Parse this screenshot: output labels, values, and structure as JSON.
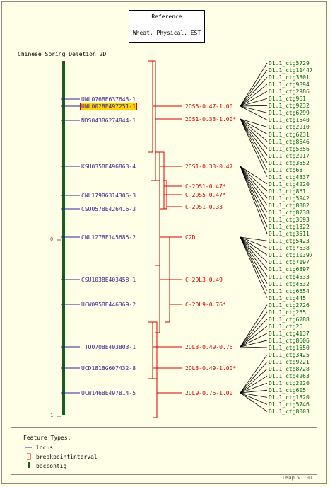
{
  "reference": {
    "line1": "Reference",
    "line2": "Wheat, Physical, EST"
  },
  "map_title": "Chinese_Spring_Deletion_2D",
  "scale": {
    "start": "0",
    "end": "1"
  },
  "markers": [
    "UNL076BE637643-1",
    "UNL002BE497251-1",
    "NDS043BG274844-1",
    "KSU035BE496863-4",
    "CNL179BG314305-3",
    "CSU057BE426416-3",
    "CNL127BF145685-2",
    "CSU103BE403458-1",
    "UCW095BE446369-2",
    "TTU070BE403803-1",
    "UCD181BG607432-8",
    "UCW146BE497814-5"
  ],
  "intervals": [
    "2DS5-0.47-1.00",
    "2DS1-0.33-1.00*",
    "2DS1-0.33-0.47",
    "C-2DS1-0.47*",
    "C-2DS5-0.47*",
    "C-2DS1-0.33",
    "C2D",
    "C-2DL3-0.49",
    "C-2DL9-0.76*",
    "2DL3-0.49-0.76",
    "2DL3-0.49-1.00*",
    "2DL9-0.76-1.00"
  ],
  "contigs": [
    "D1.1_ctg5729",
    "D1.1_ctg11447",
    "D1.1_ctg3301",
    "D1.1_ctg9894",
    "D1.1_ctg2986",
    "D1.1_ctg961",
    "D1.1_ctg9232",
    "D1.1_ctg6299",
    "D1.1_ctg1540",
    "D1.1_ctg2910",
    "D1.1_ctg6231",
    "D1.1_ctg8646",
    "D1.1_ctg5856",
    "D1.1_ctg2917",
    "D1.1_ctg3552",
    "D1.1_ctg68",
    "D1.1_ctg4337",
    "D1.1_ctg4220",
    "D1.1_ctg861",
    "D1.1_ctg5942",
    "D1.1_ctg8382",
    "D1.1_ctg8238",
    "D1.1_ctg3693",
    "D1.1_ctg1322",
    "D1.1_ctg3511",
    "D1.1_ctg5423",
    "D1.1_ctg7638",
    "D1.1_ctg10397",
    "D1.1_ctg7197",
    "D1.1_ctg6897",
    "D1.1_ctg4533",
    "D1.1_ctg4532",
    "D1.1_ctg6554",
    "D1.1_ctg445",
    "D1.1_ctg2726",
    "D1.1_ctg265",
    "D1.1_ctg6288",
    "D1.1_ctg26",
    "D1.1_ctg4137",
    "D1.1_ctg8606",
    "D1.1_ctg1550",
    "D1.1_ctg3425",
    "D1.1_ctg9221",
    "D1.1_ctg8728",
    "D1.1_ctg4263",
    "D1.1_ctg2220",
    "D1.1_ctg605",
    "D1.1_ctg1820",
    "D1.1_ctg5746",
    "D1.1_ctg8003"
  ],
  "legend": {
    "title": "Feature Types:",
    "items": [
      "locus",
      "breakpointinterval",
      "baccontig"
    ]
  },
  "footer": "CMap v1.01",
  "colors": {
    "marker": "#3a1e8f",
    "interval": "#d20000",
    "contig": "#006400",
    "highlight": "#ffd400"
  }
}
